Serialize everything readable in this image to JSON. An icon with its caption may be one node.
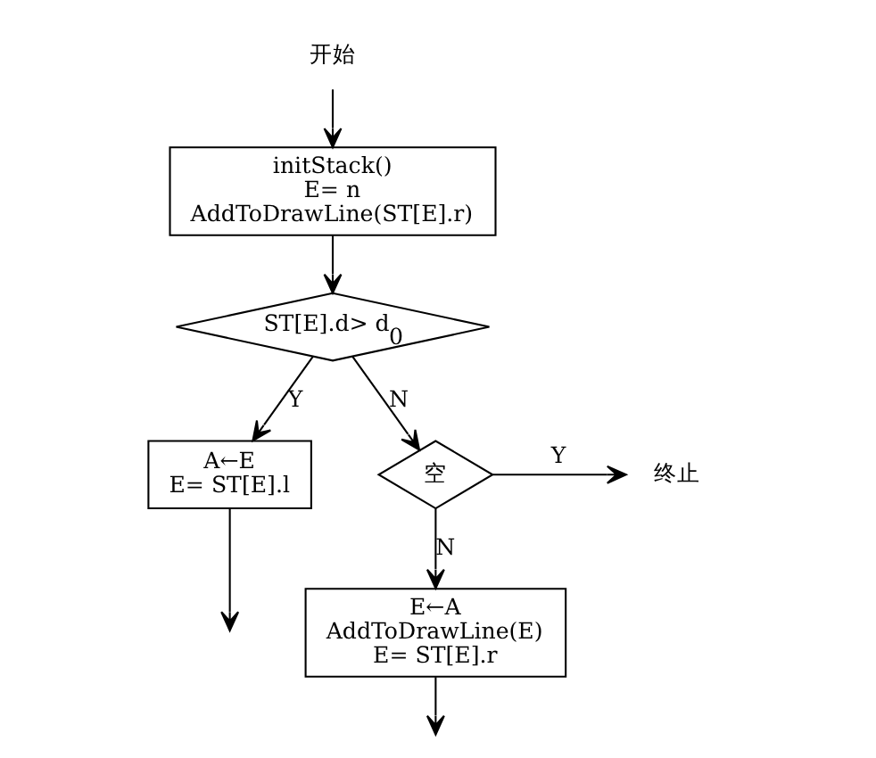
{
  "diagram": {
    "nodes": [
      {
        "text": [
          "开始"
        ]
      },
      {
        "text": [
          "initStack()",
          "E= n",
          "AddToDrawLine(ST[E].r)"
        ]
      },
      {
        "text": [
          "ST[E].d> d$_{0}$"
        ]
      },
      {
        "text": [
          "A←E",
          "E= ST[E].l"
        ]
      },
      {
        "text": [
          "空"
        ]
      },
      {
        "text": [
          "终止"
        ]
      },
      {
        "text": [
          "E←A",
          "AddToDrawLine(E)",
          "E= ST[E].r"
        ]
      }
    ],
    "edges": [
      {
        "from": 0,
        "to": 1,
        "arrow": "to"
      },
      {
        "from": 1,
        "to": 2,
        "arrow": "to"
      },
      {
        "from": 2,
        "to": 4,
        "arrow": "to",
        "label": "N"
      },
      {
        "from": 2,
        "to": 3,
        "arrow": "to",
        "label": "Y"
      },
      {
        "from": 4,
        "to": 5,
        "arrow": "to",
        "label": "Y"
      },
      {
        "from": 4,
        "to": 6,
        "arrow": "to",
        "label": "N"
      },
      {
        "from": 3,
        "to": null,
        "arrow": "to"
      },
      {
        "from": 6,
        "to": null,
        "arrow": "to"
      }
    ]
  }
}
